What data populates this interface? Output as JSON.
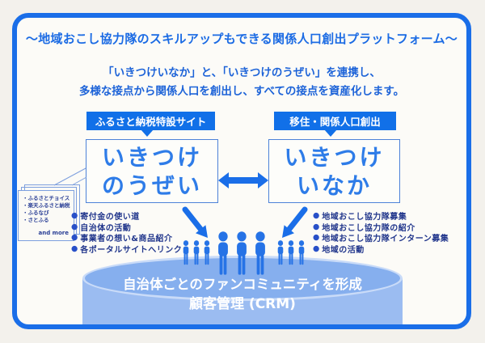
{
  "header": {
    "title": "～地域おこし協力隊のスキルアップもできる関係人口創出プラットフォーム～",
    "subtitle_line1": "「いきつけいなか」と、「いきつけのうぜい」を連携し、",
    "subtitle_line2": "多様な接点から関係人口を創出し、すべての接点を資産化します。"
  },
  "left_section": {
    "tag": "ふるさと納税特設サイト",
    "box_line1": "いきつけ",
    "box_line2": "のうぜい",
    "portal_stack": {
      "items": [
        "・ふるさとチョイス",
        "・楽天ふるさと納税",
        "・ふるなび",
        "・さとふる"
      ],
      "more": "and more"
    },
    "list": [
      "寄付金の使い道",
      "自治体の活動",
      "事業者の想い&商品紹介",
      "各ポータルサイトへリンク"
    ]
  },
  "right_section": {
    "tag": "移住・関係人口創出",
    "box_line1": "いきつけ",
    "box_line2": "いなか",
    "list": [
      "地域おこし協力隊募集",
      "地域おこし協力隊の紹介",
      "地域おこし協力隊インターン募集",
      "地域の活動"
    ]
  },
  "community": {
    "line1": "自治体ごとのファンコミュニティを形成",
    "line2": "顧客管理 (CRM)"
  },
  "bullet": "●",
  "colors": {
    "accent_blue": "#1a6ee8",
    "tag_bg": "#1170e8",
    "subtitle_blue": "#1d63d8",
    "box_text_blue": "#2e7ce8",
    "list_navy": "#21368c",
    "cylinder_body": "#9bbcf1",
    "cylinder_top": "#86afee",
    "people_blue": "#2673e6",
    "background": "#f3f1ec"
  }
}
